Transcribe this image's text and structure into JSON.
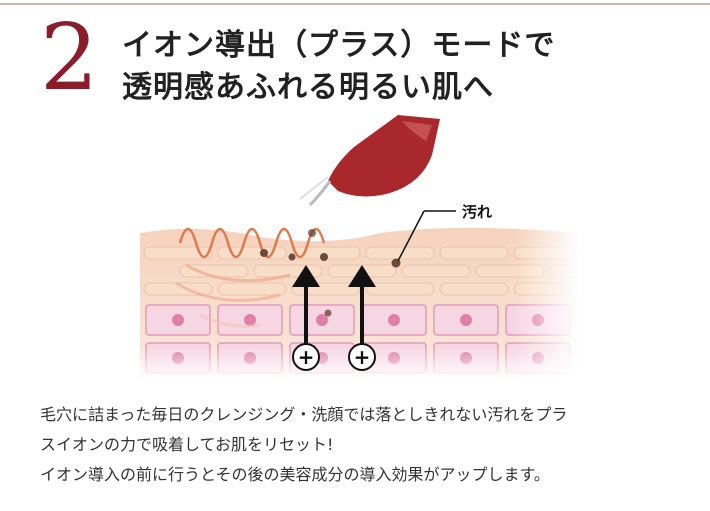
{
  "step_number": "2",
  "title_line1": "イオン導出（プラス）モードで",
  "title_line2": "透明感あふれる明るい肌へ",
  "diagram": {
    "dirt_label": "汚れ",
    "plus_symbol": "+",
    "colors": {
      "device": "#a8282b",
      "wave": "#e07a4a",
      "skin_surface": "#f3c7b0",
      "skin_layer": "#f8ddc8",
      "cell_fill": "#f7d6e4",
      "cell_border": "#e39ab9",
      "nucleus": "#e07fa8",
      "arrow": "#111111",
      "dirt": "#6b4a3a"
    }
  },
  "description": [
    "毛穴に詰まった毎日のクレンジング・洗顔では落としきれない汚れをプラ",
    "スイオンの力で吸着してお肌をリセット!",
    "イオン導入の前に行うとその後の美容成分の導入効果がアップします。"
  ]
}
